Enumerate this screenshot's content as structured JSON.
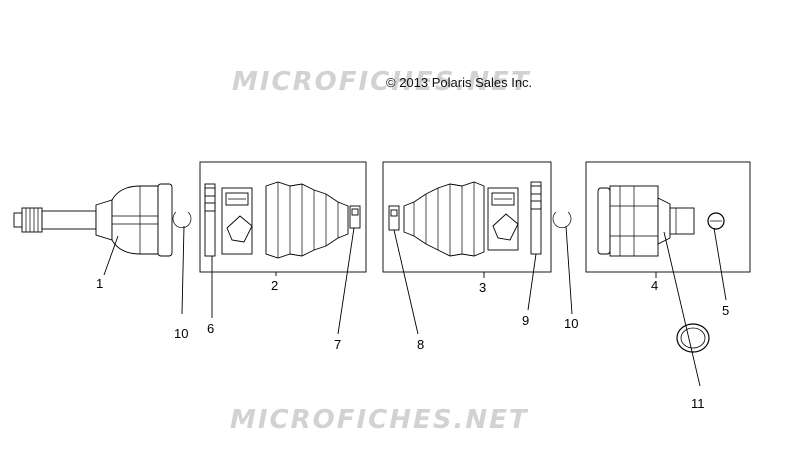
{
  "watermark": {
    "top": "MICROFICHES.NET",
    "bottom": "MICROFICHES.NET",
    "color": "#c8c8c8"
  },
  "copyright": "© 2013 Polaris Sales Inc.",
  "callouts": [
    {
      "id": "1",
      "label": "1"
    },
    {
      "id": "2",
      "label": "2"
    },
    {
      "id": "3",
      "label": "3"
    },
    {
      "id": "4",
      "label": "4"
    },
    {
      "id": "5",
      "label": "5"
    },
    {
      "id": "6",
      "label": "6"
    },
    {
      "id": "7",
      "label": "7"
    },
    {
      "id": "8",
      "label": "8"
    },
    {
      "id": "9",
      "label": "9"
    },
    {
      "id": "10a",
      "label": "10"
    },
    {
      "id": "10b",
      "label": "10"
    },
    {
      "id": "11",
      "label": "11"
    }
  ],
  "icons": {
    "outer_cv_joint": "outer-cv-joint-icon",
    "inner_cv_joint": "inner-cv-joint-icon",
    "boot": "cv-boot-icon",
    "clamp": "boot-clamp-icon",
    "retaining_ring": "retaining-ring-icon",
    "o_ring": "o-ring-icon",
    "grease_packet": "grease-packet-icon"
  }
}
